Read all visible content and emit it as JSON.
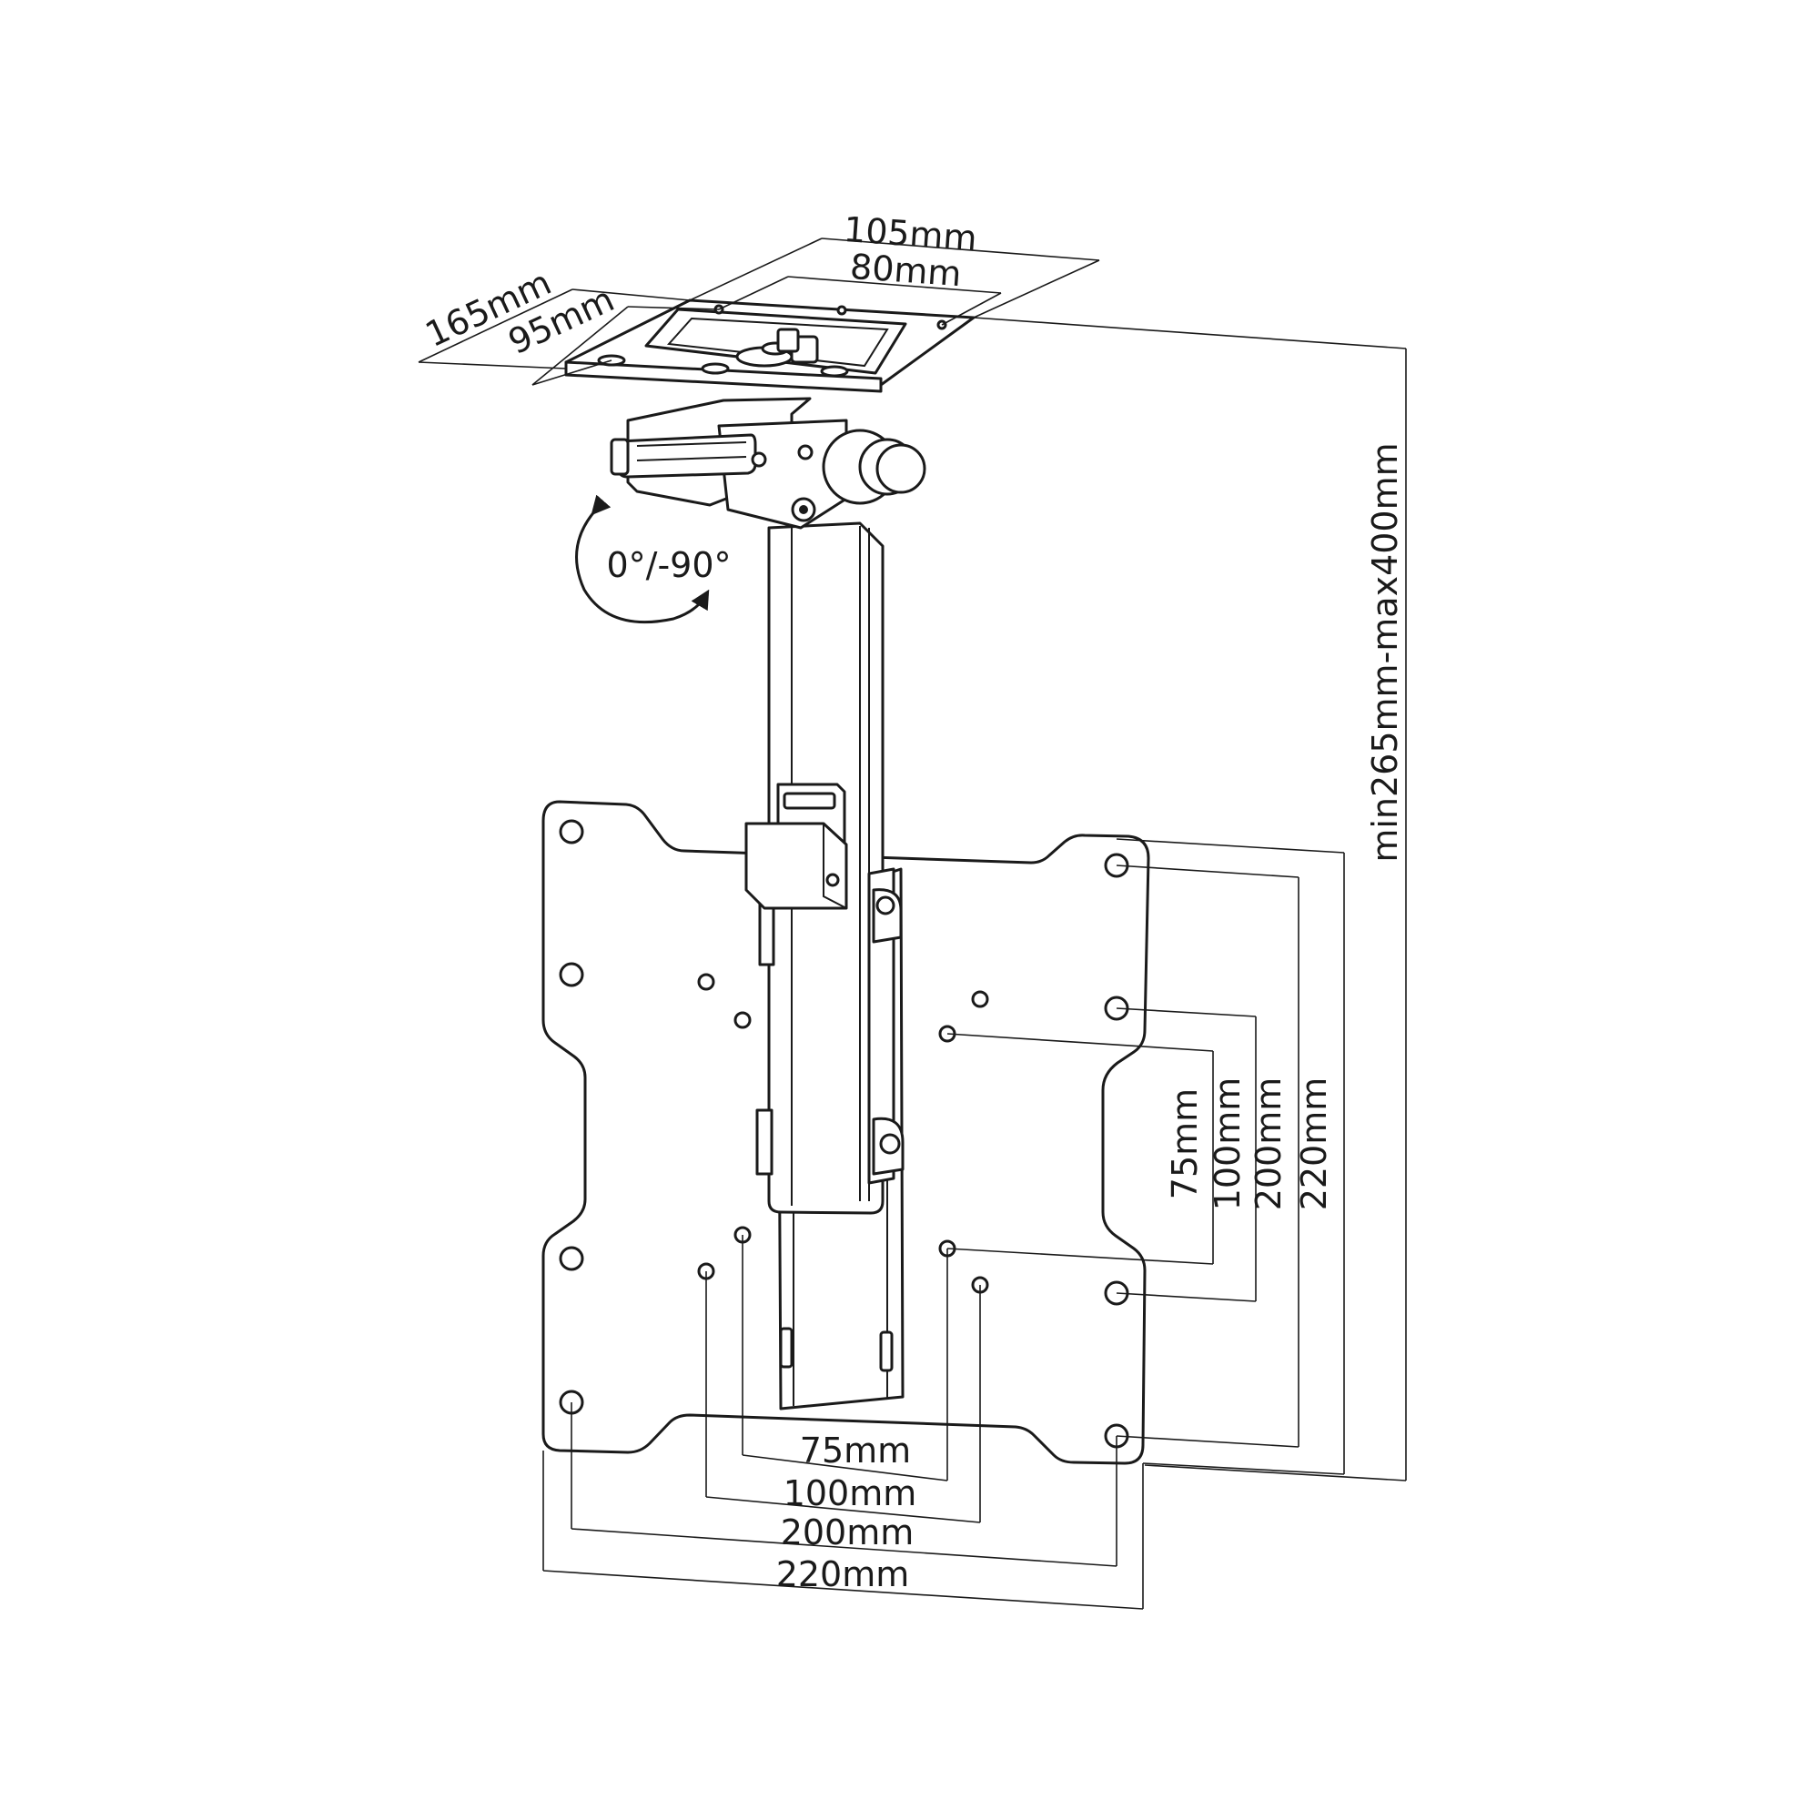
{
  "diagram": {
    "ceiling_plate": {
      "width_outer": "105mm",
      "width_inner": "80mm",
      "depth_outer": "165mm",
      "depth_inner": "95mm"
    },
    "tilt": "0°/-90°",
    "height_range": "min265mm-max400mm",
    "vesa_horizontal": [
      "75mm",
      "100mm",
      "200mm",
      "220mm"
    ],
    "vesa_vertical": [
      "75mm",
      "100mm",
      "200mm",
      "220mm"
    ]
  },
  "colors": {
    "line": "#1a1a1a",
    "background": "#ffffff"
  }
}
